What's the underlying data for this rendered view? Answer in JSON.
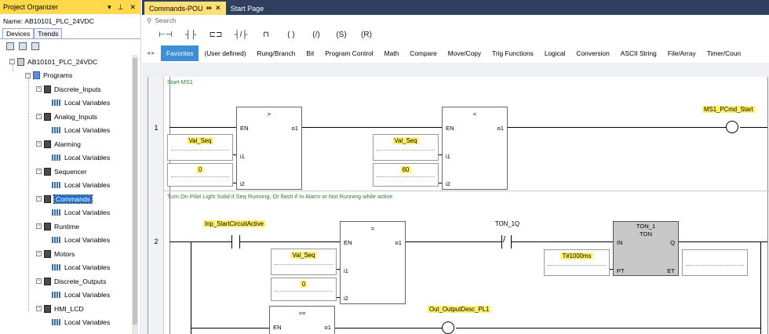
{
  "organizer": {
    "title": "Project Organizer",
    "pin_icon": "pin-icon",
    "name_label": "Name:",
    "name_value": "AB10101_PLC_24VDC",
    "tabs": [
      "Devices",
      "Trends"
    ],
    "root": "AB10101_PLC_24VDC",
    "programs_label": "Programs",
    "local_vars": "Local Variables",
    "pous": [
      "Discrete_Inputs",
      "Analog_Inputs",
      "Alarming",
      "Sequencer",
      "Commands",
      "Runtime",
      "Motors",
      "Discrete_Outputs",
      "HMI_LCD"
    ],
    "selected": "Commands"
  },
  "editor": {
    "tabs": [
      {
        "label": "Commands-POU",
        "active": true
      },
      {
        "label": "Start Page",
        "active": false
      }
    ],
    "search_placeholder": "Search",
    "categories": [
      "Favorites",
      "(User defined)",
      "Rung/Branch",
      "Bit",
      "Program Control",
      "Math",
      "Compare",
      "Move/Copy",
      "Trig Functions",
      "Logical",
      "Conversion",
      "ASCII String",
      "File/Array",
      "Timer/Coun"
    ]
  },
  "rung1": {
    "number": "1",
    "comment": "Start MS1",
    "block1": {
      "title": ">",
      "en": "EN",
      "o1": "o1",
      "i1": "i1",
      "i2": "i2",
      "in1": "Val_Seq",
      "in2": "0"
    },
    "block2": {
      "title": "<",
      "en": "EN",
      "o1": "o1",
      "i1": "i1",
      "i2": "i2",
      "in1": "Val_Seq",
      "in2": "60"
    },
    "coil": "MS1_PCmd_Start"
  },
  "rung2": {
    "number": "2",
    "comment": "Turn On Pilot Light Solid if Seq Running, Or flash if In Alarm or Not Running while active",
    "contact": "Inp_StartCircuitActive",
    "block1": {
      "title": "=",
      "en": "EN",
      "o1": "o1",
      "i1": "i1",
      "i2": "i2",
      "in1": "Val_Seq",
      "in2": "0"
    },
    "nc_contact": "TON_1Q",
    "timer": {
      "name": "TON_1",
      "type": "TON",
      "in": "IN",
      "q": "Q",
      "pt": "PT",
      "et": "ET",
      "preset": "T#1000ms"
    },
    "block2": {
      "title": ">=",
      "en": "EN",
      "o1": "o1"
    },
    "coil": "Out_OutputDesc_PL1"
  }
}
